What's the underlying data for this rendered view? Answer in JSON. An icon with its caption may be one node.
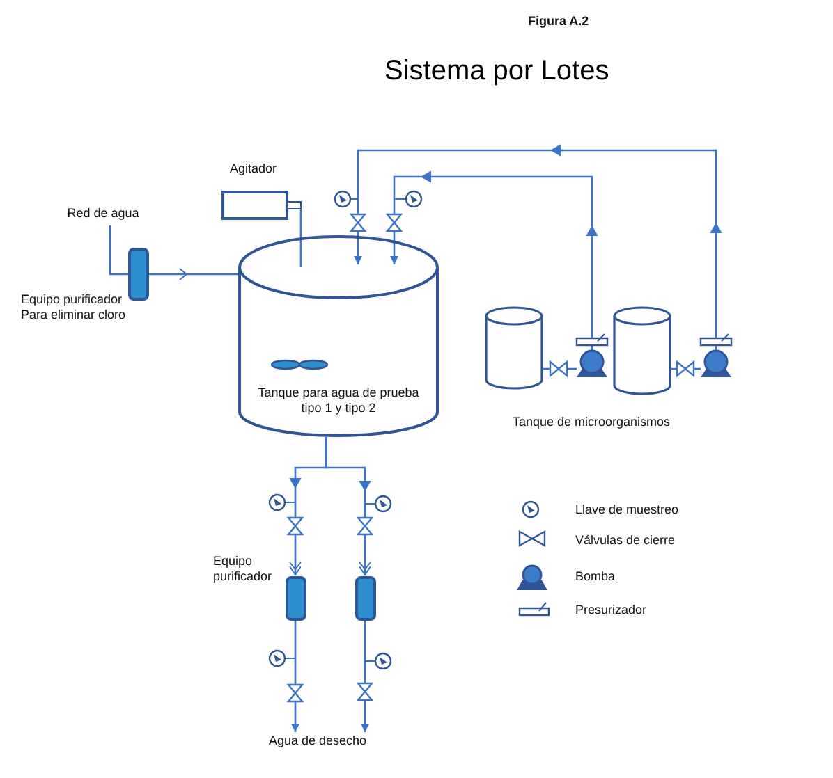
{
  "diagram": {
    "title": "Sistema por Lotes",
    "nodes": [
      {
        "text": [
          "Red de agua"
        ]
      },
      {
        "text": [],
        "shape": "box",
        "beside": [
          "Equipo purificador Para eliminar cloro"
        ]
      },
      {
        "text": [
          "Agitador"
        ]
      },
      {
        "text": [
          "Tanque para agua de prueba tipo 1 y tipo 2"
        ]
      },
      {
        "text": [],
        "shape": "cylinder"
      },
      {
        "text": [],
        "shape": "pump"
      },
      {
        "text": [],
        "shape": "cylinder"
      },
      {
        "text": [],
        "shape": "pump"
      },
      {
        "text": [],
        "shape": "box",
        "beside": [
          "Equipo purificador"
        ]
      },
      {
        "text": [],
        "shape": "box"
      },
      {
        "text": [
          "Agua de desecho"
        ]
      }
    ],
    "edges": [
      {
        "from": 0,
        "to": 1,
        "arrow": "none"
      },
      {
        "from": 1,
        "to": 3,
        "arrow": "to"
      },
      {
        "from": 2,
        "to": 3,
        "arrow": "none"
      },
      {
        "from": 4,
        "to": 5,
        "arrow": "none"
      },
      {
        "from": 6,
        "to": 7,
        "arrow": "none"
      },
      {
        "from": 5,
        "to": 3,
        "arrow": "to"
      },
      {
        "from": 7,
        "to": 3,
        "arrow": "to"
      },
      {
        "from": 3,
        "to": 8,
        "arrow": "to"
      },
      {
        "from": 3,
        "to": 9,
        "arrow": "to"
      },
      {
        "from": 8,
        "to": 10,
        "arrow": "to"
      },
      {
        "from": 9,
        "to": 10,
        "arrow": "to"
      }
    ],
    "labels": [
      "Figura A.2",
      "Tanque de microorganismos"
    ],
    "legend": [
      {
        "text": "Llave de muestreo"
      },
      {
        "text": "Válvulas de cierre"
      },
      {
        "text": "Bomba"
      },
      {
        "text": "Presurizador"
      }
    ]
  }
}
